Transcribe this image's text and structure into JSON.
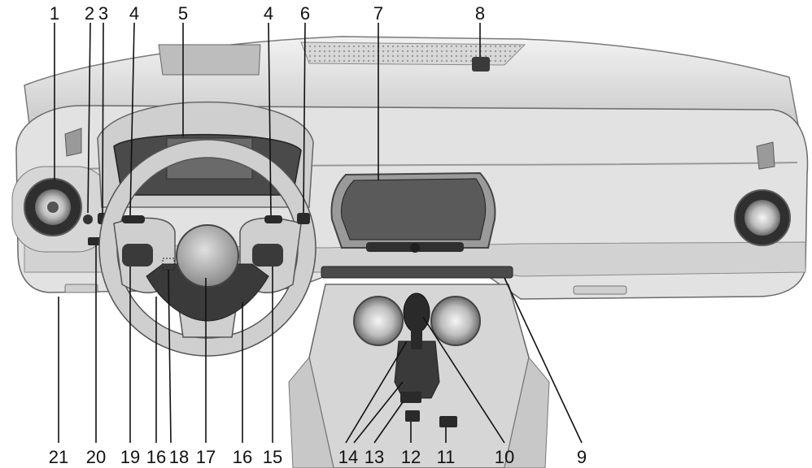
{
  "figure": {
    "subject": "vehicle instrument panel overview",
    "callouts_top": [
      "1",
      "2",
      "3",
      "4",
      "5",
      "4",
      "6",
      "7",
      "8"
    ],
    "callouts_bottom": [
      "21",
      "20",
      "19",
      "16",
      "18",
      "17",
      "16",
      "15",
      "14",
      "13",
      "12",
      "11",
      "10",
      "9"
    ]
  },
  "colors": {
    "background": "#ffffff",
    "dash_light": "#e6e6e6",
    "dash_mid": "#c4c4c4",
    "dash_dark": "#4a4a4a",
    "screen": "#5a5a5a",
    "line": "#111111"
  }
}
